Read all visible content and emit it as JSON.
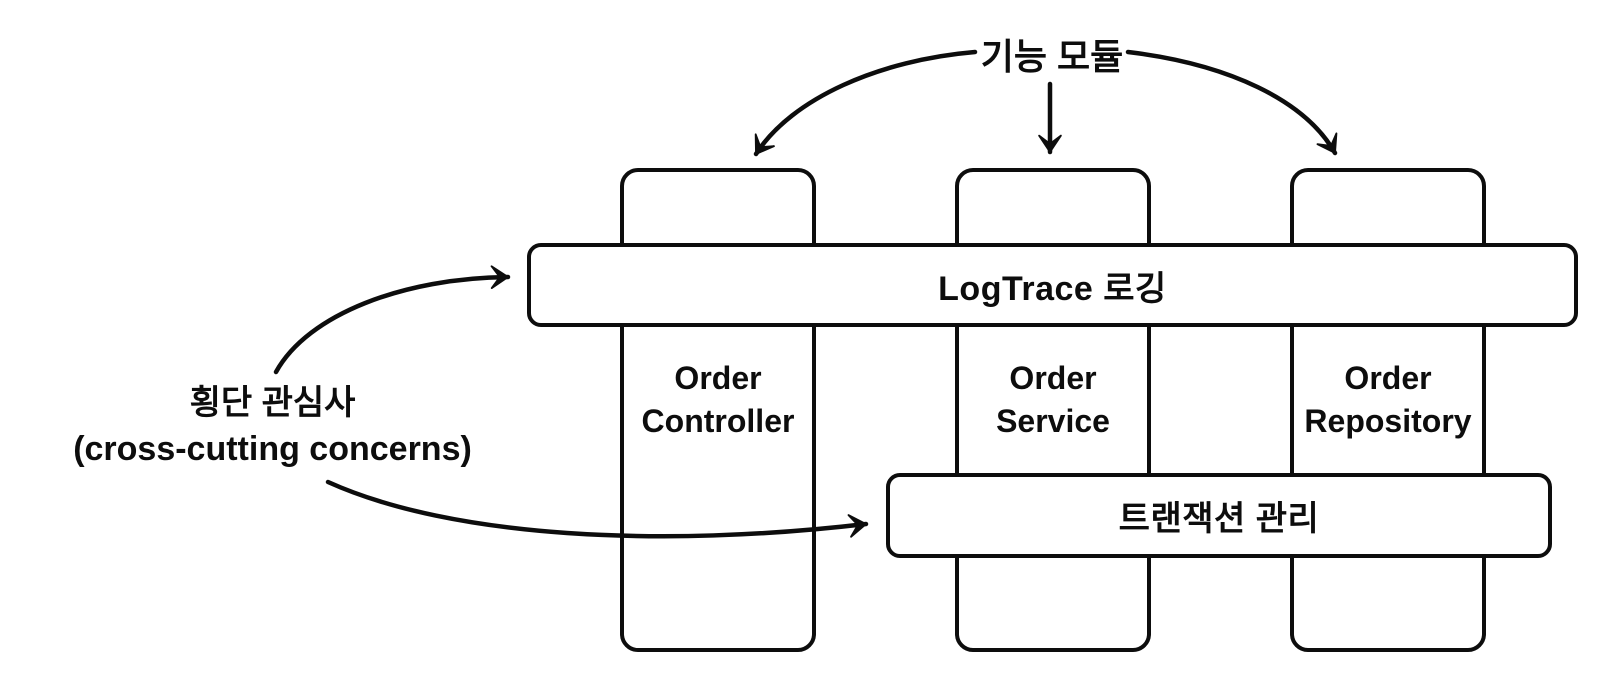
{
  "diagram": {
    "top_label": "기능 모듈",
    "side_label": "횡단 관심사\n(cross-cutting concerns)",
    "modules": [
      {
        "name": "Order\nController"
      },
      {
        "name": "Order\nService"
      },
      {
        "name": "Order\nRepository"
      }
    ],
    "cross_cutting_bars": [
      {
        "label": "LogTrace 로깅"
      },
      {
        "label": "트랜잭션 관리"
      }
    ],
    "colors": {
      "ink": "#0d0d0d",
      "background": "#ffffff"
    }
  }
}
